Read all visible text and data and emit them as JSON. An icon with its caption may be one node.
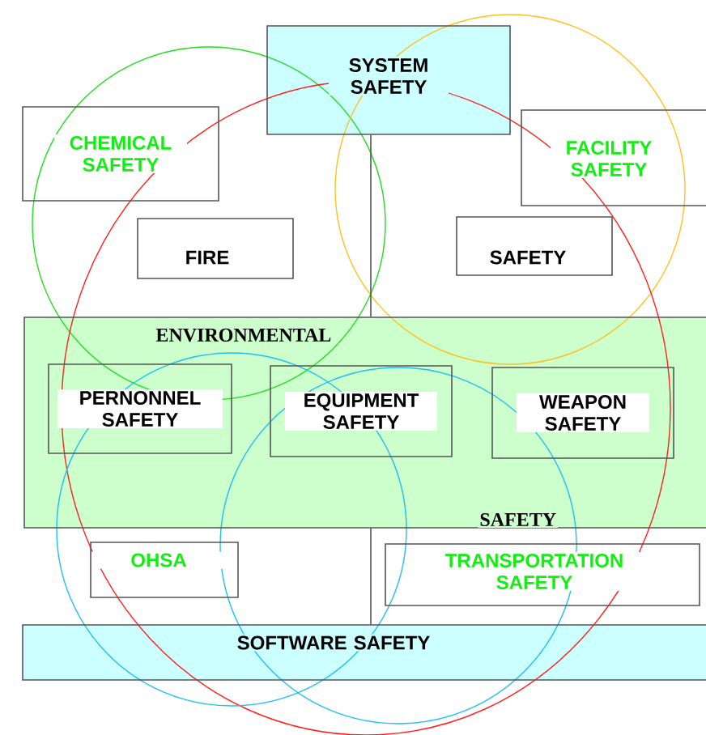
{
  "diagram": {
    "nodes": [
      {
        "text": [
          "SYSTEM SAFETY"
        ]
      },
      {
        "text": [
          "CHEMICAL SAFETY"
        ]
      },
      {
        "text": [
          "FACILITY SAFETY"
        ]
      },
      {
        "text": [
          "FIRE"
        ]
      },
      {
        "text": [
          "SAFETY"
        ]
      },
      {
        "text": [
          "ENVIRONMENTAL",
          "SAFETY"
        ]
      },
      {
        "text": [
          "PERNONNEL SAFETY"
        ],
        "in": 5
      },
      {
        "text": [
          "EQUIPMENT SAFETY"
        ],
        "in": 5
      },
      {
        "text": [
          "WEAPON SAFETY"
        ],
        "in": 5
      },
      {
        "text": [
          "OHSA"
        ]
      },
      {
        "text": [
          "TRANSPORTATION SAFETY"
        ]
      },
      {
        "text": [
          "SOFTWARE SAFETY"
        ]
      }
    ],
    "edges": [
      {
        "from": 0,
        "to": 5,
        "arrow": "none"
      },
      {
        "from": 5,
        "to": 11,
        "arrow": "none"
      }
    ]
  }
}
